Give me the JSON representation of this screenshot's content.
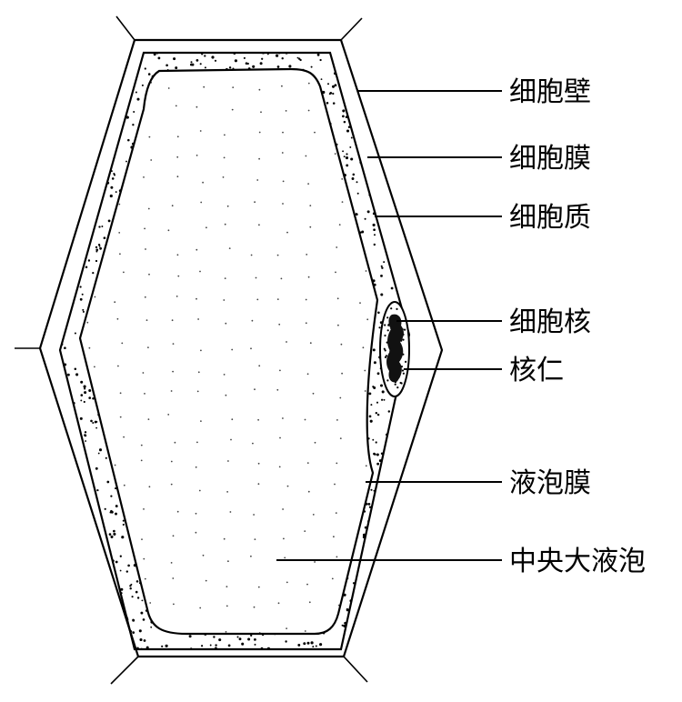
{
  "labels": {
    "cell_wall": "细胞壁",
    "cell_membrane": "细胞膜",
    "cytoplasm": "细胞质",
    "nucleus": "细胞核",
    "nucleolus": "核仁",
    "vacuole_membrane": "液泡膜",
    "central_vacuole": "中央大液泡"
  }
}
